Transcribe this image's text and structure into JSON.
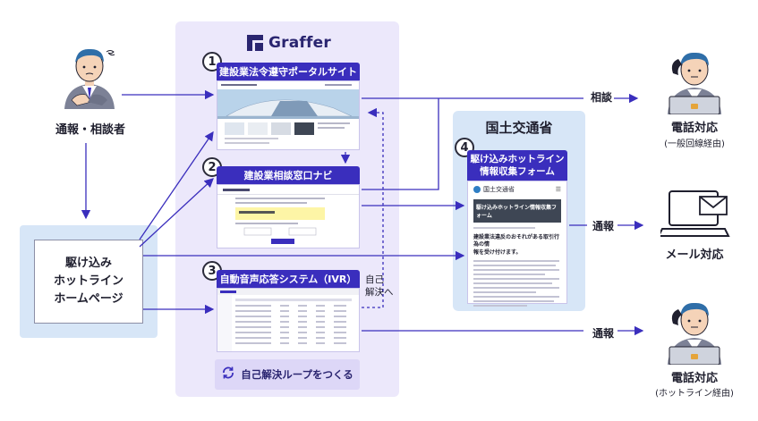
{
  "brand": {
    "name": "Graffer",
    "accent": "#3a2ebd",
    "panel": "#ece8fb",
    "mlit_panel": "#d7e6f7"
  },
  "actors": {
    "reporter": "通報・相談者",
    "hotline_page": [
      "駆け込み",
      "ホットライン",
      "ホームページ"
    ]
  },
  "steps": [
    {
      "number": "1",
      "title": "建設業法令遵守ポータルサイト"
    },
    {
      "number": "2",
      "title": "建設業相談窓口ナビ"
    },
    {
      "number": "3",
      "title": "自動音声応答システム（IVR）"
    },
    {
      "number": "4",
      "title": [
        "駆け込みホットライン",
        "情報収集フォーム"
      ]
    }
  ],
  "mlit": {
    "title": "国土交通省",
    "form_site": "国土交通省",
    "form_heading": "駆け込みホットライン情報収集フォーム",
    "form_body_title": [
      "建設業法違反のおそれがある取引行為の情",
      "報を受け付けます。"
    ]
  },
  "loop_label": "自己解決ループをつくる",
  "self_solve_label": [
    "自己",
    "解決へ"
  ],
  "flows": {
    "consult": "相談",
    "report_mail": "通報",
    "report_phone": "通報"
  },
  "outcomes": {
    "phone_general": {
      "title": "電話対応",
      "sub": "(一般回線経由)"
    },
    "mail": {
      "title": "メール対応"
    },
    "phone_hotline": {
      "title": "電話対応",
      "sub": "(ホットライン経由)"
    }
  },
  "icons": [
    "graffer-logo-icon",
    "person-worried-icon",
    "operator-phone-icon",
    "laptop-mail-icon",
    "loop-arrows-icon"
  ]
}
